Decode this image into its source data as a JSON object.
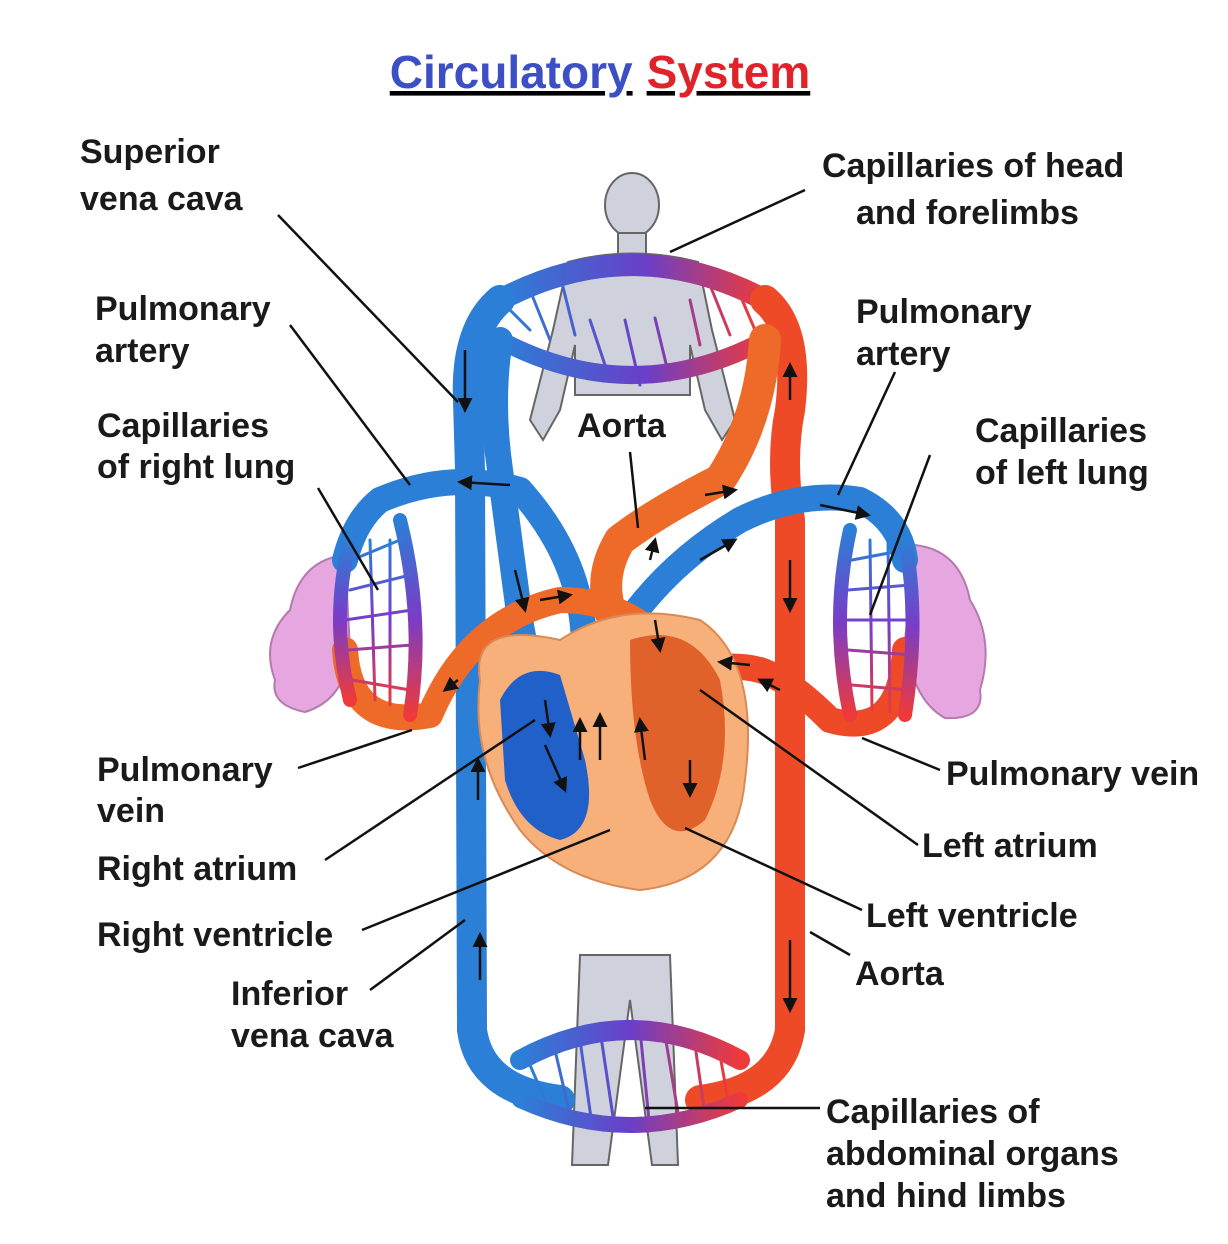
{
  "title": {
    "part1": "Circulatory",
    "part2": "System"
  },
  "colors": {
    "title_blue": "#3d4fc4",
    "title_red": "#e0232a",
    "deoxygenated": "#2b7fd6",
    "oxygenated": "#ee4a28",
    "heart_fill": "#f7b07a",
    "lung": "#e6a6e0",
    "body": "#cfd2dc"
  },
  "labels": {
    "superior_vena_cava": [
      "Superior",
      "vena cava"
    ],
    "capillaries_head": [
      "Capillaries of head",
      "and forelimbs"
    ],
    "pulmonary_artery_left_side": [
      "Pulmonary",
      "artery"
    ],
    "pulmonary_artery_right_side": [
      "Pulmonary",
      "artery"
    ],
    "capillaries_right_lung": [
      "Capillaries",
      "of right lung"
    ],
    "aorta_top": "Aorta",
    "capillaries_left_lung": [
      "Capillaries",
      "of left lung"
    ],
    "pulmonary_vein_left_side": [
      "Pulmonary",
      "vein"
    ],
    "pulmonary_vein_right_side": "Pulmonary vein",
    "right_atrium": "Right atrium",
    "left_atrium": "Left atrium",
    "right_ventricle": "Right ventricle",
    "left_ventricle": "Left ventricle",
    "inferior_vena_cava": [
      "Inferior",
      "vena cava"
    ],
    "aorta_bottom": "Aorta",
    "capillaries_abdominal": [
      "Capillaries of",
      "abdominal organs",
      "and hind limbs"
    ]
  }
}
